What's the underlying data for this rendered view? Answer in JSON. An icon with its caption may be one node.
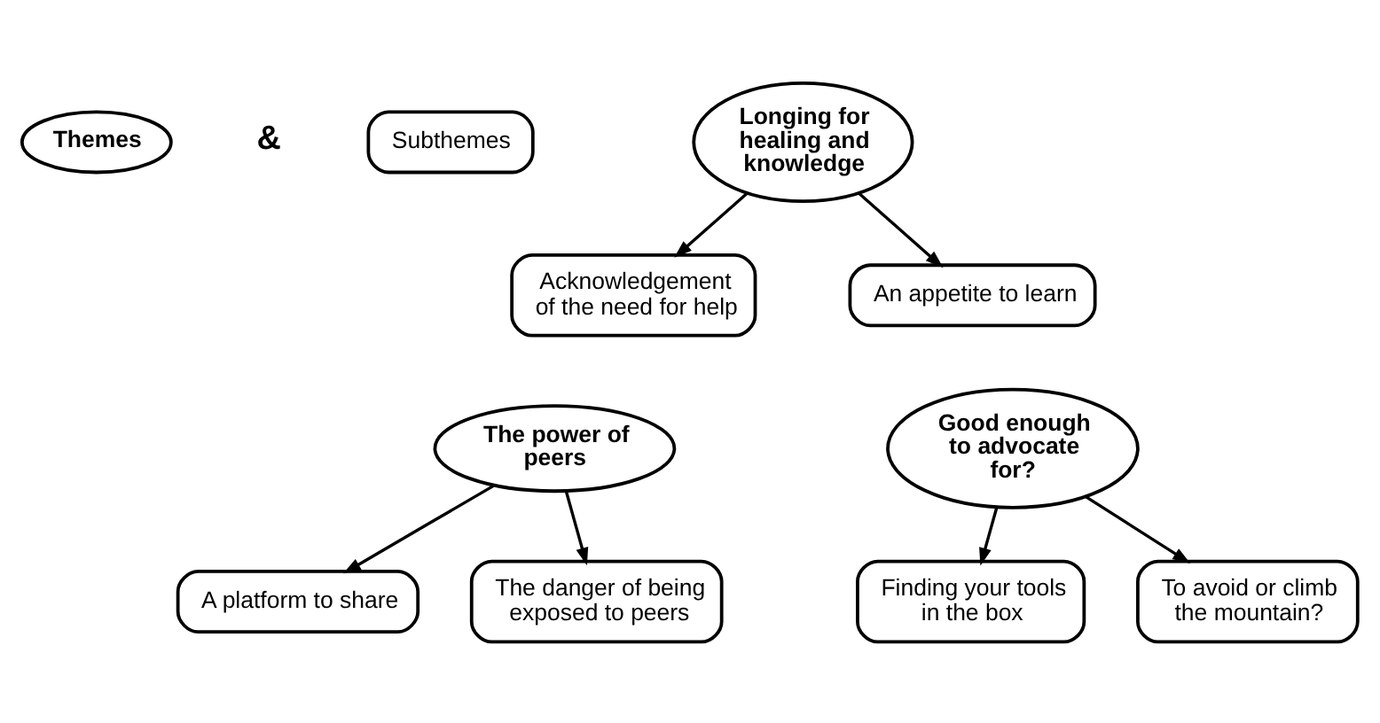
{
  "diagram": {
    "nodes": [
      {
        "text": [
          "Themes"
        ]
      },
      {
        "text": [
          "Subthemes"
        ]
      },
      {
        "text": [
          "Longing for healing and knowledge"
        ]
      },
      {
        "text": [
          "Acknowledgement of the need for help"
        ]
      },
      {
        "text": [
          "An appetite to learn"
        ]
      },
      {
        "text": [
          "The power of peers"
        ]
      },
      {
        "text": [
          "Good enough to advocate for?"
        ]
      },
      {
        "text": [
          "A platform to share"
        ]
      },
      {
        "text": [
          "The danger of being exposed to peers"
        ]
      },
      {
        "text": [
          "Finding your tools in the box"
        ]
      },
      {
        "text": [
          "To avoid or climb the mountain?"
        ]
      }
    ],
    "edges": [
      {
        "from": 2,
        "to": 3,
        "arrow": "to"
      },
      {
        "from": 2,
        "to": 4,
        "arrow": "to"
      },
      {
        "from": 5,
        "to": 7,
        "arrow": "to"
      },
      {
        "from": 5,
        "to": 8,
        "arrow": "to"
      },
      {
        "from": 6,
        "to": 9,
        "arrow": "to"
      },
      {
        "from": 6,
        "to": 10,
        "arrow": "to"
      }
    ],
    "labels": [
      "&"
    ]
  }
}
